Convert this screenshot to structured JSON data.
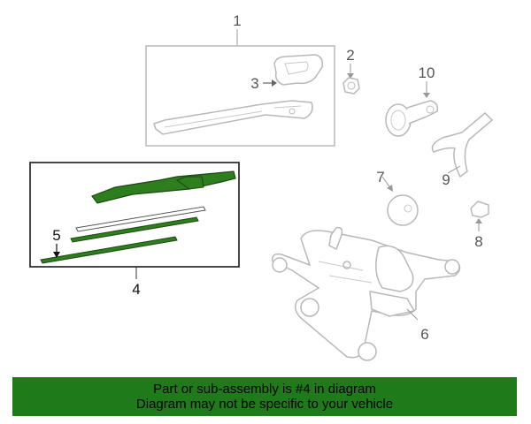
{
  "callouts": {
    "n1": "1",
    "n2": "2",
    "n3": "3",
    "n4": "4",
    "n5": "5",
    "n6": "6",
    "n7": "7",
    "n8": "8",
    "n9": "9",
    "n10": "10"
  },
  "banner": {
    "line1": "Part or sub-assembly is #4 in diagram",
    "line2": "Diagram may not be specific to your vehicle"
  },
  "colors": {
    "highlight": "#2e7d1f",
    "line": "#b8b8b8",
    "banner": "#1f7a1a",
    "callout": "#555555",
    "callout_dark": "#111111"
  }
}
